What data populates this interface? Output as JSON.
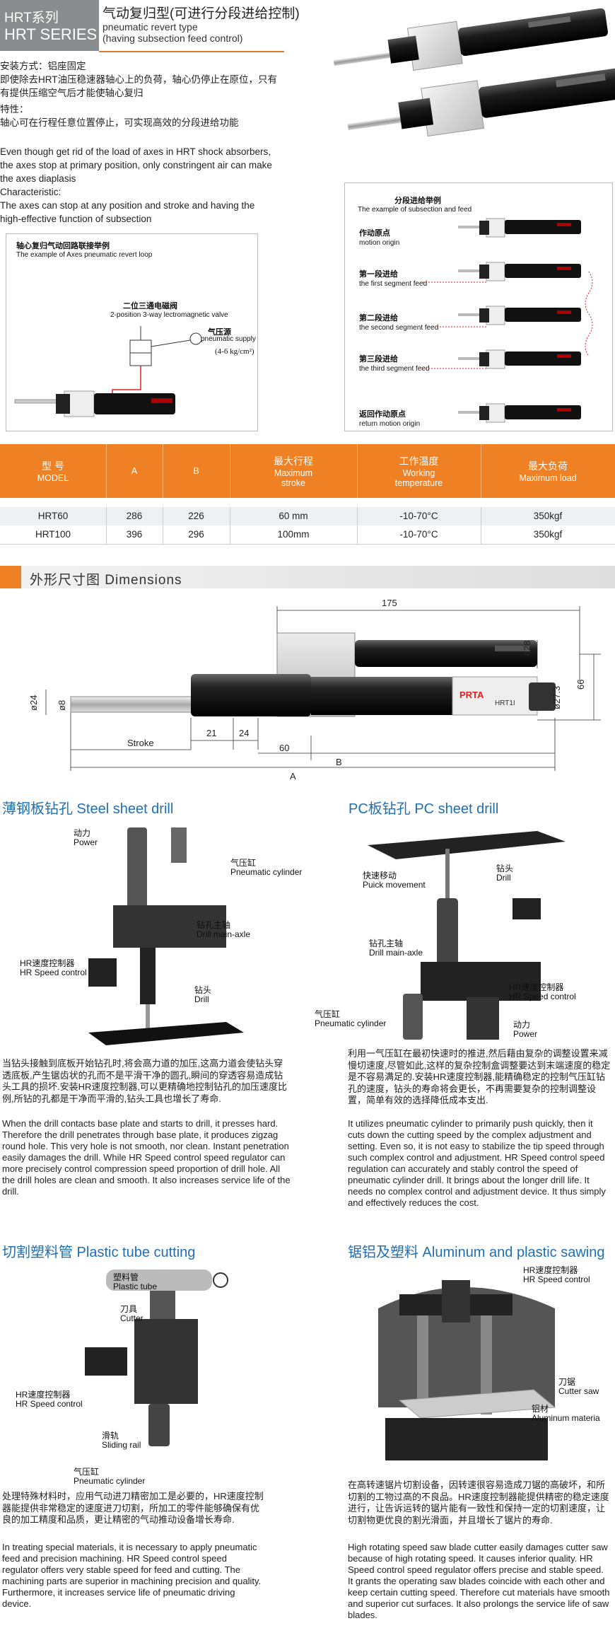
{
  "header": {
    "series_zh": "HRT系列",
    "series_en": "HRT SERIES",
    "title_zh": "气动复归型(可进行分段进给控制)",
    "title_en_1": "pneumatic revert type",
    "title_en_2": "(having subsection feed control)"
  },
  "intro": {
    "install_zh": "安装方式：铝座固定",
    "desc_zh_1": "即使除去HRT油压稳速器轴心上的负荷，轴心仍停止在原位，只有",
    "desc_zh_2": "有提供压缩空气后才能使轴心复归",
    "feature_label_zh": "特性：",
    "feature_zh": "轴心可在行程任意位置停止，可实现高效的分段进给功能",
    "desc_en_1": "Even though get rid of the load of axes in HRT shock absorbers,",
    "desc_en_2": "the axes stop at primary position, only constringent air can make",
    "desc_en_3": "the axes diaplasis",
    "char_label_en": "Characteristic:",
    "char_en_1": "The axes can stop at any position and stroke and having the",
    "char_en_2": "high-effective function of subsection"
  },
  "loop_box": {
    "title_zh": "轴心复归气动回路联接举例",
    "title_en": "The example of Axes pneumatic revert loop",
    "valve_zh": "二位三通电磁阀",
    "valve_en": "2-position 3-way lectromagnetic valve",
    "supply_zh": "气压源",
    "supply_en": "pneumatic supply",
    "pressure": "(4-6 kg/cm²)"
  },
  "feed_box": {
    "title_zh": "分段进给举例",
    "title_en": "The example of subsection and feed",
    "steps": [
      {
        "zh": "作动原点",
        "en": "motion origin"
      },
      {
        "zh": "第一段进给",
        "en": "the first segment feed"
      },
      {
        "zh": "第二段进给",
        "en": "the second segment feed"
      },
      {
        "zh": "第三段进给",
        "en": "the third segment feed"
      },
      {
        "zh": "返回作动原点",
        "en": "return motion origin"
      }
    ]
  },
  "spec_table": {
    "headers": [
      {
        "zh": "型 号",
        "en": "MODEL"
      },
      {
        "zh": "",
        "en": "A"
      },
      {
        "zh": "",
        "en": "B"
      },
      {
        "zh": "最大行程",
        "en": "Maximum stroke"
      },
      {
        "zh": "工作温度",
        "en": "Working temperature"
      },
      {
        "zh": "最大负荷",
        "en": "Maximum load"
      }
    ],
    "rows": [
      [
        "HRT60",
        "286",
        "226",
        "60 mm",
        "-10-70°C",
        "350kgf"
      ],
      [
        "HRT100",
        "396",
        "296",
        "100mm",
        "-10-70°C",
        "350kgf"
      ]
    ]
  },
  "dimensions": {
    "section_title": "外形尺寸图 Dimensions",
    "d175": "175",
    "d28": "ø28",
    "d66": "66",
    "d24dia": "ø24",
    "d8": "ø8",
    "d273": "ø27.3",
    "d21": "21",
    "d24": "24",
    "d60": "60",
    "stroke": "Stroke",
    "B": "B",
    "A": "A",
    "brand": "PRTA",
    "model_mark": "HRT1I"
  },
  "apps": {
    "steel": {
      "title": "薄钢板钻孔 Steel sheet drill",
      "labels": {
        "power_zh": "动力",
        "power_en": "Power",
        "cyl_zh": "气压缸",
        "cyl_en": "Pneumatic cylinder",
        "axle_zh": "钻孔主轴",
        "axle_en": "Drill main-axle",
        "hr_zh": "HR速度控制器",
        "hr_en": "HR Speed control",
        "drill_zh": "钻头",
        "drill_en": "Drill"
      },
      "zh": "当钻头接触到底板开始钻孔时,将会高力道的加压,这高力道会使钻头穿透底板,产生锯齿状的孔而不是平滑干净的圆孔,瞬间的穿透容易造成钻头工具的损坏.安装HR速度控制器,可以更精确地控制钻孔的加压速度比例,所钻的孔都是干净而平滑的,钻头工具也增长了寿命.",
      "en": "When the drill contacts base plate and starts to drill, it presses hard. Therefore the drill penetrates through base plate, it produces zigzag round hole. This very hole is not smooth, nor clean. Instant penetration easily damages the drill. While HR Speed control speed regulator can more precisely control compression speed proportion of drill hole. All the drill holes are clean and smooth. It also increases service life of the drill."
    },
    "pc": {
      "title": "PC板钻孔 PC sheet drill",
      "labels": {
        "quick_zh": "快速移动",
        "quick_en": "Puick movement",
        "drill_zh": "钻头",
        "drill_en": "Drill",
        "axle_zh": "钻孔主轴",
        "axle_en": "Drill main-axle",
        "hr_zh": "HR速度控制器",
        "hr_en": "HR Speed control",
        "cyl_zh": "气压缸",
        "cyl_en": "Pneumatic cylinder",
        "power_zh": "动力",
        "power_en": "Power"
      },
      "zh": "利用一气压缸在最初快速时的推进,然后藉由复杂的调整设置来减慢切速度,尽管如此,这样的复杂控制盒调整要达到末端速度的稳定是不容易满足的.安装HR速度控制器,能精确稳定的控制气压缸钻孔的速度，钻头的寿命将会更长，不再需要复杂的控制调整设置，简单有效的选择降低成本支出.",
      "en": "It utilizes pneumatic cylinder to primarily push quickly, then it cuts down the cutting speed by the complex adjustment and setting. Even so, it is not easy to stabilize the tip speed through such complex control and adjustment. HR Speed control speed regulation can accurately and stably control the speed of pneumatic cylinder drill. It brings about the longer drill life. It needs no complex control and adjustment device. It thus simply and effectively reduces the cost."
    },
    "tube": {
      "title": "切割塑料管 Plastic tube cutting",
      "labels": {
        "tube_zh": "塑料管",
        "tube_en": "Plastic tube",
        "cutter_zh": "刀具",
        "cutter_en": "Cutter",
        "hr_zh": "HR速度控制器",
        "hr_en": "HR Speed control",
        "rail_zh": "滑轨",
        "rail_en": "Sliding rail",
        "cyl_zh": "气压缸",
        "cyl_en": "Pneumatic cylinder"
      },
      "zh": "处理特殊材料时，应用气动进刀精密加工是必要的，HR速度控制器能提供非常稳定的速度进刀切割，所加工的零件能够确保有优良的加工精度和品质，更让精密的气动推动设备增长寿命.",
      "en": "In treating special materials, it is necessary to apply pneumatic feed and precision machining. HR Speed control speed regulator offers very stable speed for feed and cutting. The machining parts are superior in machining precision and quality. Furthermore, it increases service life of pneumatic driving device."
    },
    "saw": {
      "title": "锯铝及塑料 Aluminum and plastic sawing",
      "labels": {
        "hr_zh": "HR速度控制器",
        "hr_en": "HR Speed control",
        "saw_zh": "刀锯",
        "saw_en": "Cutter saw",
        "mat_zh": "铝材",
        "mat_en": "Aluminum materia"
      },
      "zh": "在高转速锯片切割设备，因转速很容易造成刀锯的高破坏，和所切割的工物过高的不良品。HR速度控制器能提供精密的稳定速度进行，让告诉运转的锯片能有一致性和保持一定的切割速度，让切割物更优良的割光滑面，并且增长了锯片的寿命.",
      "en": "High rotating speed saw blade cutter easily damages cutter saw because of high rotating speed. It causes inferior quality. HR Speed control speed regulator offers precise and stable speed. It grants the operating saw blades coincide with each other and keep certain cutting speed. Therefore cut materials have smooth and superior cut surfaces. It also prolongs the service life of saw blades."
    }
  }
}
